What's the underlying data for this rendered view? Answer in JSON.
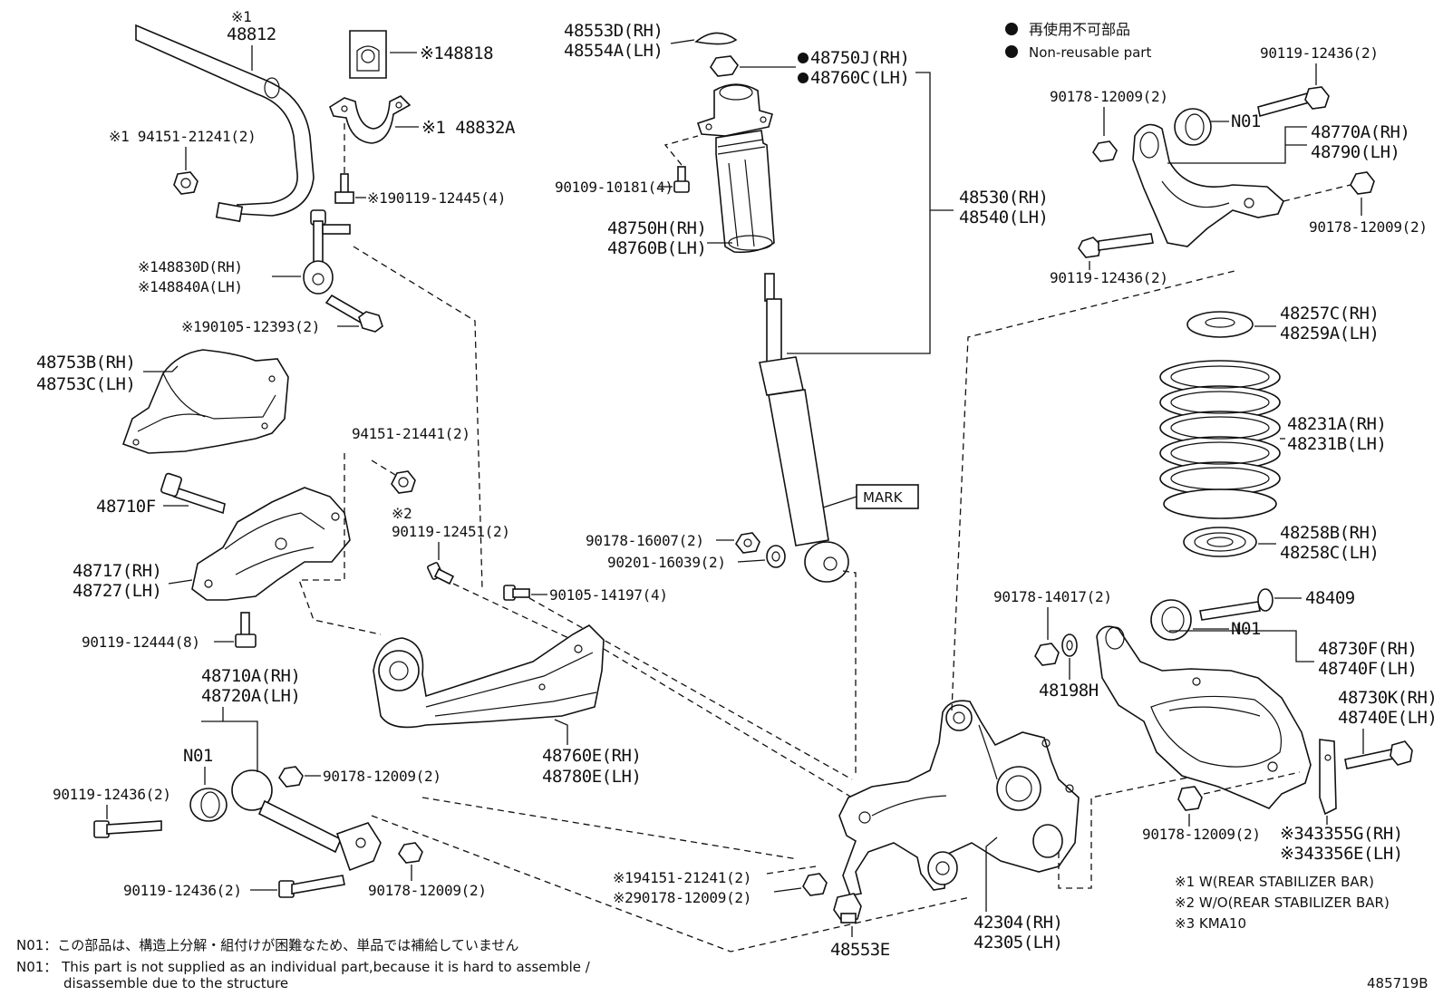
{
  "legend": {
    "non_reusable_jp": "再使用不可部品",
    "non_reusable_en": "Non-reusable part",
    "dot_color": "#111111"
  },
  "parts": {
    "p48812_mark": "※1",
    "p48812": "48812",
    "p48818": "※148818",
    "p48832A": "※1 48832A",
    "p94151_top": "※1 94151-21241(2)",
    "p90119_12445": "※190119-12445(4)",
    "p48830D": "※148830D(RH)",
    "p48840A": "※148840A(LH)",
    "p90105_12393": "※190105-12393(2)",
    "p48753B": "48753B(RH)",
    "p48753C": "48753C(LH)",
    "p94151_21441": "94151-21441(2)",
    "p48710F": "48710F",
    "p90119_12451_mark": "※2",
    "p90119_12451": "90119-12451(2)",
    "p48717": "48717(RH)",
    "p48727": "48727(LH)",
    "p90105_14197": "90105-14197(4)",
    "p90119_12444": "90119-12444(8)",
    "p48710A": "48710A(RH)",
    "p48720A": "48720A(LH)",
    "n01_a": "N01",
    "p90178_12009_mid": "90178-12009(2)",
    "p90119_12436_left": "90119-12436(2)",
    "p90119_12436_bottom": "90119-12436(2)",
    "p90178_12009_bottom": "90178-12009(2)",
    "p48760E": "48760E(RH)",
    "p48780E": "48780E(LH)",
    "p48553D": "48553D(RH)",
    "p48554A": "48554A(LH)",
    "p48750J": "48750J(RH)",
    "p48760C": "48760C(LH)",
    "p90109_10181": "90109-10181(4)",
    "p48750H": "48750H(RH)",
    "p48760B": "48760B(LH)",
    "p48530": "48530(RH)",
    "p48540": "48540(LH)",
    "mark": "MARK",
    "p90178_16007": "90178-16007(2)",
    "p90201_16039": "90201-16039(2)",
    "p94151_bottom": "※194151-21241(2)",
    "p90178_bottom2": "※290178-12009(2)",
    "p48553E": "48553E",
    "p42304": "42304(RH)",
    "p42305": "42305(LH)",
    "p90119_12436_tr": "90119-12436(2)",
    "p90178_12009_tr": "90178-12009(2)",
    "n01_b": "N01",
    "p48770A": "48770A(RH)",
    "p48790": "48790(LH)",
    "p90178_12009_r": "90178-12009(2)",
    "p90119_12436_r": "90119-12436(2)",
    "p48257C": "48257C(RH)",
    "p48259A": "48259A(LH)",
    "p48231A": "48231A(RH)",
    "p48231B": "48231B(LH)",
    "p48258B": "48258B(RH)",
    "p48258C": "48258C(LH)",
    "p90178_14017": "90178-14017(2)",
    "p48409": "48409",
    "n01_c": "N01",
    "p48198H": "48198H",
    "p48730F": "48730F(RH)",
    "p48740F": "48740F(LH)",
    "p48730K": "48730K(RH)",
    "p48740E": "48740E(LH)",
    "p90178_12009_br": "90178-12009(2)",
    "p43355G": "※343355G(RH)",
    "p43356E": "※343356E(LH)"
  },
  "footnotes": {
    "n1": "※1 W(REAR STABILIZER BAR)",
    "n2": "※2 W/O(REAR STABILIZER BAR)",
    "n3": "※3 KMA10",
    "n01_jp": "N01：この部品は、構造上分解・組付けが困難なため、単品では補給していません",
    "n01_en_1": "N01： This part is not supplied as an individual part,because it is hard to assemble /",
    "n01_en_2": "disassemble due to the structure",
    "code": "485719B"
  }
}
